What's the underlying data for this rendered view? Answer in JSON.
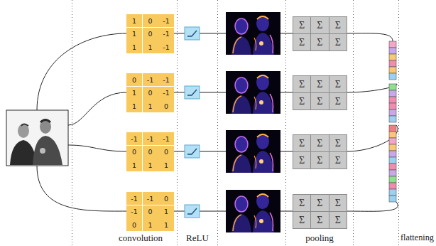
{
  "diagram": {
    "labels": [
      "1",
      "0",
      "-1",
      "1",
      "0",
      "-1",
      "1",
      "1",
      "-1",
      "0",
      "-1",
      "-1",
      "1",
      "0",
      "-1",
      "1",
      "1",
      "0",
      "-1",
      "-1",
      "-1",
      "0",
      "0",
      "0",
      "1",
      "1",
      "1",
      "-1",
      "-1",
      "0",
      "-1",
      "0",
      "1",
      "0",
      "1",
      "1",
      "Σ",
      "Σ",
      "Σ",
      "Σ",
      "Σ",
      "Σ",
      "Σ",
      "Σ",
      "Σ",
      "Σ",
      "Σ",
      "Σ",
      "Σ",
      "Σ",
      "Σ",
      "Σ",
      "Σ",
      "Σ",
      "Σ",
      "Σ",
      "Σ",
      "Σ",
      "Σ",
      "Σ",
      "convolution",
      "ReLU",
      "pooling",
      "flattening"
    ]
  }
}
